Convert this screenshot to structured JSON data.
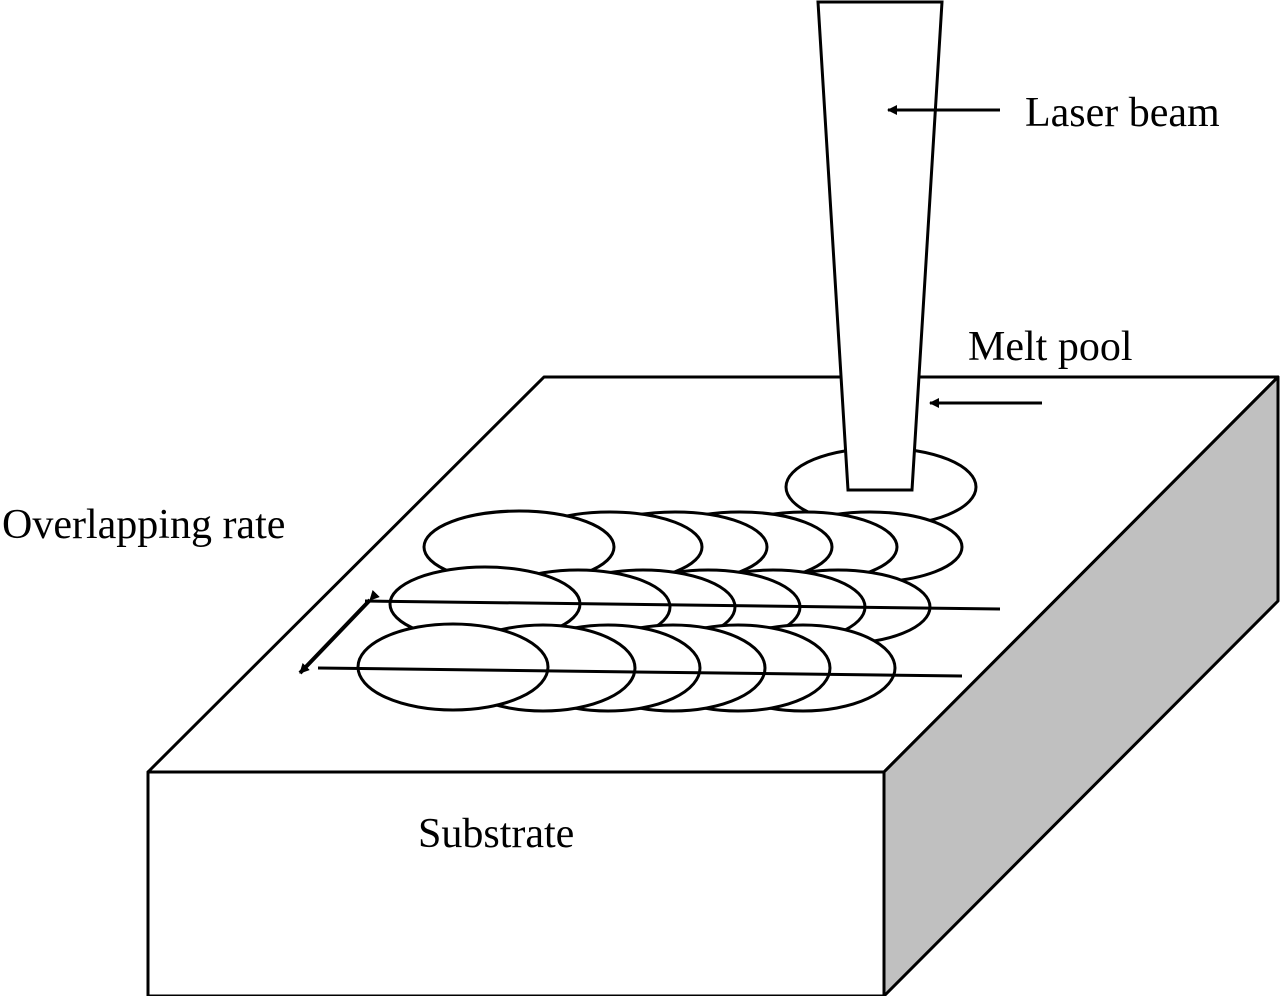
{
  "labels": {
    "laser_beam": "Laser beam",
    "melt_pool": "Melt pool",
    "overlapping_rate": "Overlapping rate",
    "substrate": "Substrate"
  },
  "colors": {
    "line": "#000000",
    "side_face": "#c0c0c0",
    "background": "#ffffff"
  }
}
